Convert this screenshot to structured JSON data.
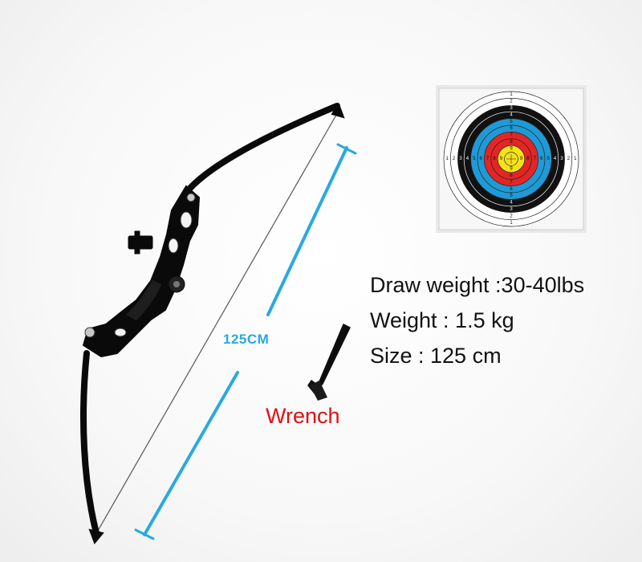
{
  "product": {
    "dimension_label": "125CM",
    "accessory_label": "Wrench",
    "specs": [
      "Draw weight :30-40lbs",
      "Weight : 1.5 kg",
      "Size : 125 cm"
    ]
  },
  "target": {
    "ring_colors": [
      "#ffffff",
      "#ffffff",
      "#111111",
      "#111111",
      "#1f9ad6",
      "#1f9ad6",
      "#e32525",
      "#e32525",
      "#f5e21b",
      "#f5e21b"
    ],
    "left_numbers": [
      "1",
      "2",
      "3",
      "4",
      "5",
      "6",
      "7",
      "8",
      "9"
    ],
    "right_numbers": [
      "9",
      "8",
      "7",
      "6",
      "5",
      "4",
      "3",
      "2",
      "1"
    ],
    "top_numbers": [
      "1",
      "2",
      "3",
      "4",
      "5",
      "6",
      "7",
      "8",
      "9"
    ],
    "bottom_numbers": [
      "9",
      "8",
      "7",
      "6",
      "5",
      "4",
      "3",
      "2",
      "1"
    ]
  },
  "colors": {
    "dimension": "#29a9e1",
    "accessory_label": "#e01010",
    "spec_text": "#111111",
    "bow": "#0a0a0a"
  },
  "icons": {
    "bow": "recurve-bow-icon",
    "wrench": "hex-wrench-icon",
    "target": "archery-target-icon",
    "dimension": "dimension-arrow-icon"
  }
}
